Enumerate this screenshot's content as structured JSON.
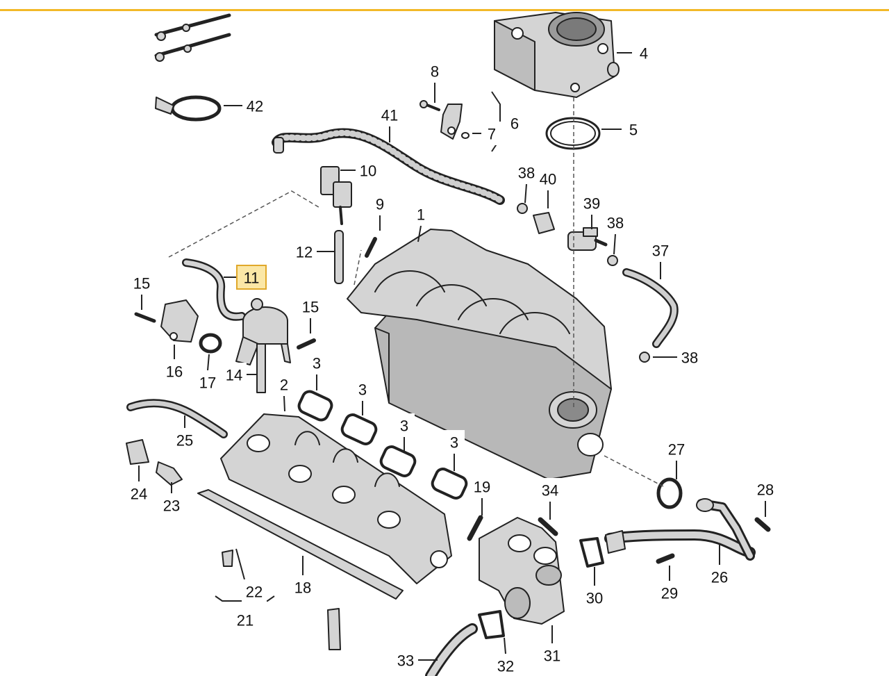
{
  "theme": {
    "accent": "#f2b928",
    "highlight_fill": "#fbe7a6",
    "highlight_stroke": "#e0a82a",
    "part_fill": "#d4d4d4",
    "part_stroke": "#222222"
  },
  "selected_part": "11",
  "callouts": [
    {
      "id": "1",
      "label": "1"
    },
    {
      "id": "2",
      "label": "2"
    },
    {
      "id": "3a",
      "label": "3"
    },
    {
      "id": "3b",
      "label": "3"
    },
    {
      "id": "3c",
      "label": "3"
    },
    {
      "id": "3d",
      "label": "3"
    },
    {
      "id": "4",
      "label": "4"
    },
    {
      "id": "5",
      "label": "5"
    },
    {
      "id": "6",
      "label": "6"
    },
    {
      "id": "7",
      "label": "7"
    },
    {
      "id": "8",
      "label": "8"
    },
    {
      "id": "9",
      "label": "9"
    },
    {
      "id": "10",
      "label": "10"
    },
    {
      "id": "11",
      "label": "11"
    },
    {
      "id": "12",
      "label": "12"
    },
    {
      "id": "14",
      "label": "14"
    },
    {
      "id": "15a",
      "label": "15"
    },
    {
      "id": "15b",
      "label": "15"
    },
    {
      "id": "16",
      "label": "16"
    },
    {
      "id": "17",
      "label": "17"
    },
    {
      "id": "18",
      "label": "18"
    },
    {
      "id": "19",
      "label": "19"
    },
    {
      "id": "21",
      "label": "21"
    },
    {
      "id": "22",
      "label": "22"
    },
    {
      "id": "23",
      "label": "23"
    },
    {
      "id": "24",
      "label": "24"
    },
    {
      "id": "25",
      "label": "25"
    },
    {
      "id": "26",
      "label": "26"
    },
    {
      "id": "27",
      "label": "27"
    },
    {
      "id": "28",
      "label": "28"
    },
    {
      "id": "29",
      "label": "29"
    },
    {
      "id": "30",
      "label": "30"
    },
    {
      "id": "31",
      "label": "31"
    },
    {
      "id": "32",
      "label": "32"
    },
    {
      "id": "33",
      "label": "33"
    },
    {
      "id": "34",
      "label": "34"
    },
    {
      "id": "37",
      "label": "37"
    },
    {
      "id": "38a",
      "label": "38"
    },
    {
      "id": "38b",
      "label": "38"
    },
    {
      "id": "38c",
      "label": "38"
    },
    {
      "id": "39",
      "label": "39"
    },
    {
      "id": "40",
      "label": "40"
    },
    {
      "id": "41",
      "label": "41"
    },
    {
      "id": "42",
      "label": "42"
    }
  ]
}
